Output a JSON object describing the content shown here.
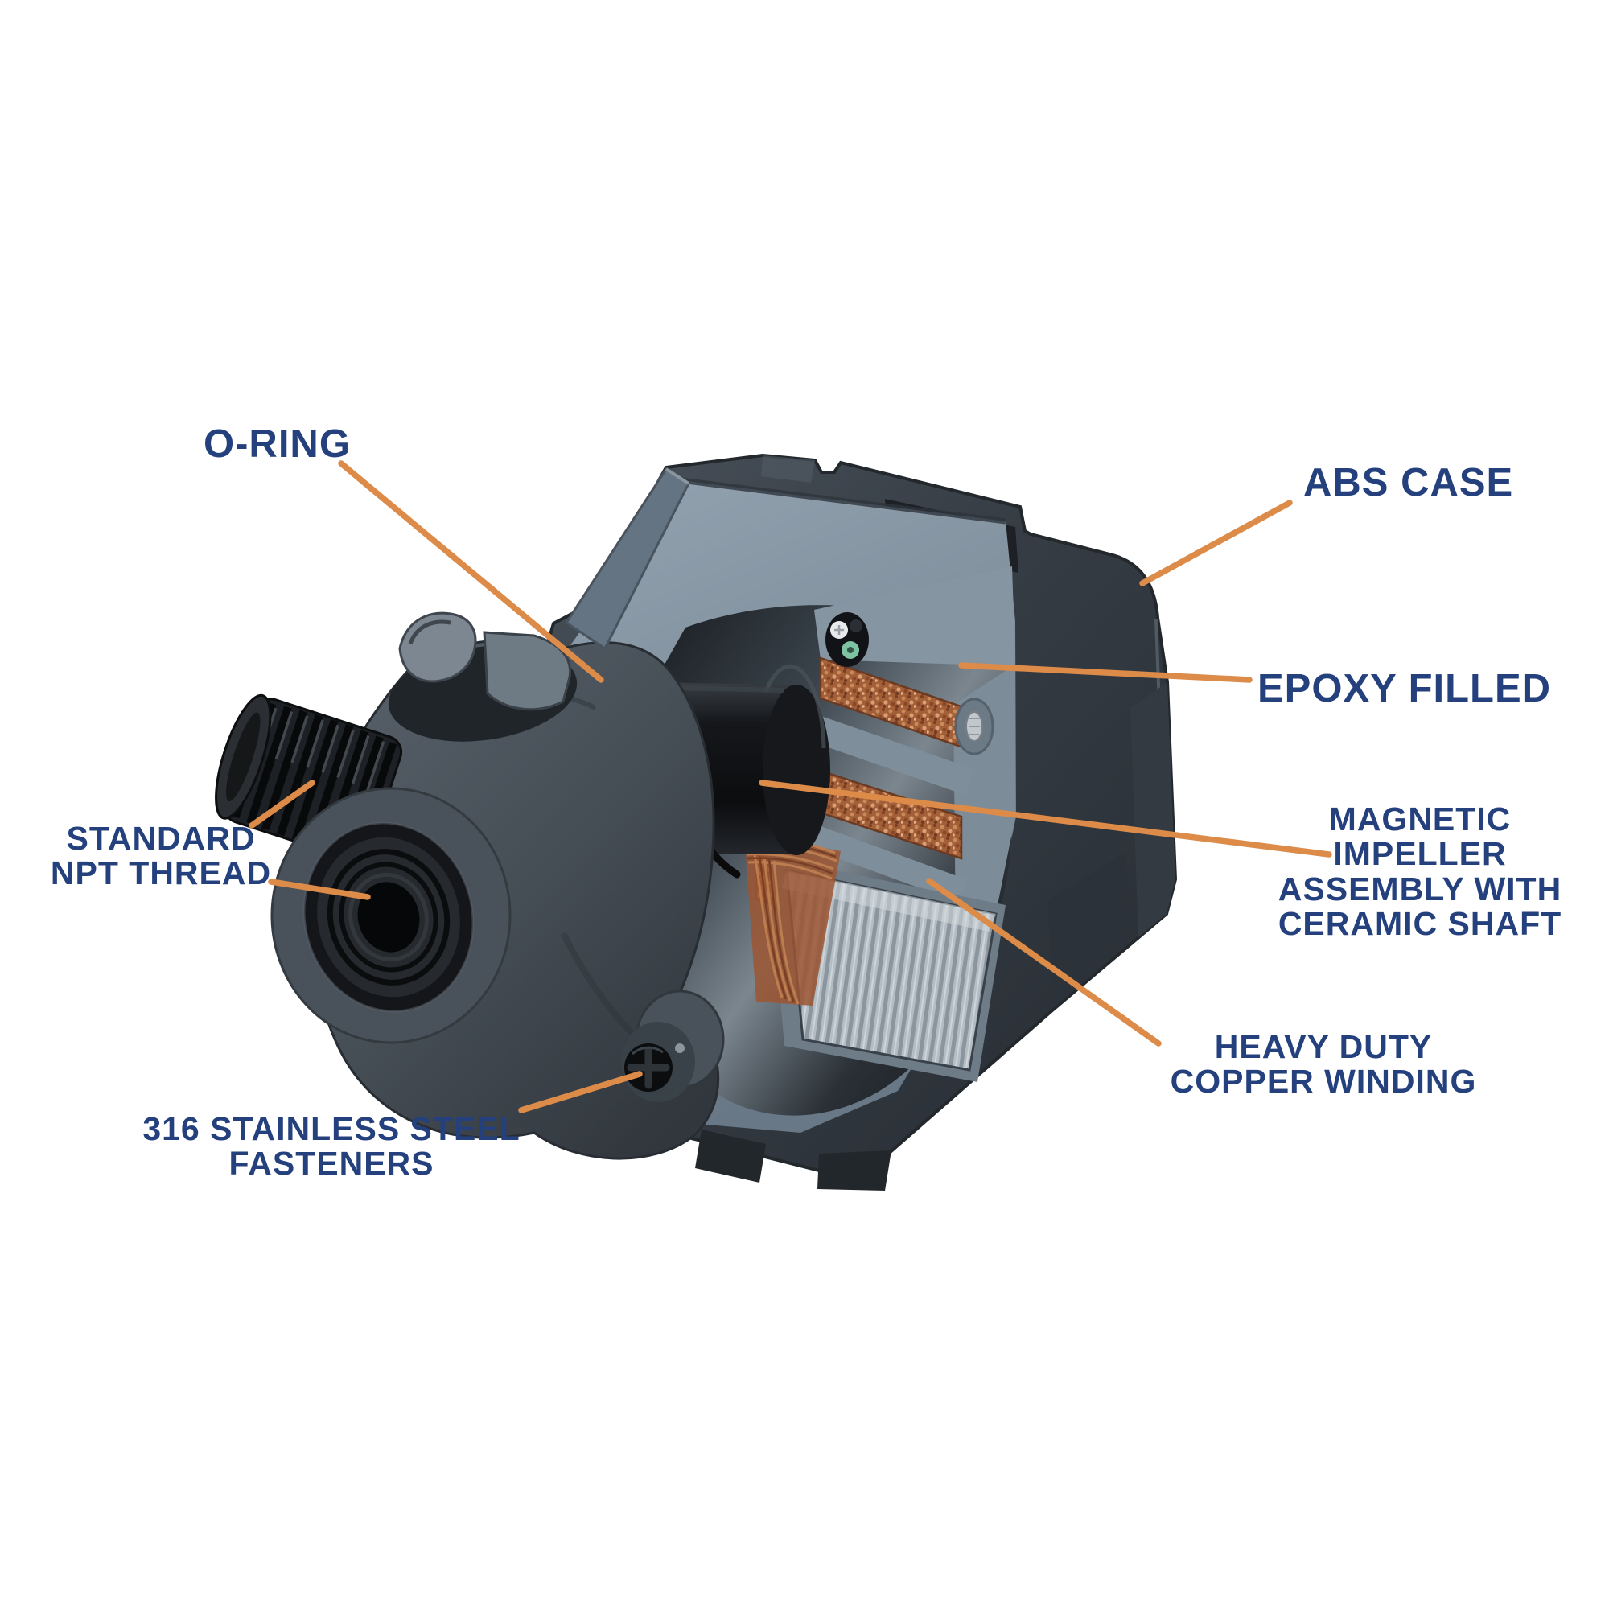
{
  "diagram": {
    "background": "#FFFFFF",
    "labels": {
      "o_ring": "O-RING",
      "abs_case": "ABS CASE",
      "epoxy_filled": "EPOXY FILLED",
      "magnetic_impeller": {
        "lines": [
          "MAGNETIC",
          "IMPELLER",
          "ASSEMBLY WITH",
          "CERAMIC SHAFT"
        ]
      },
      "standard_npt": {
        "lines": [
          "STANDARD",
          "NPT THREAD"
        ]
      },
      "heavy_duty_copper": {
        "lines": [
          "HEAVY DUTY",
          "COPPER WINDING"
        ]
      },
      "stainless_fasteners": {
        "lines": [
          "316 STAINLESS STEEL",
          "FASTENERS"
        ]
      }
    },
    "colors": {
      "label_text": "#24417E",
      "leader_line": "#DC8B49",
      "abs_case_body": "#3B424A",
      "epoxy_cut_face": "#7F8F9C",
      "copper_winding": "#A9633C",
      "impeller_black": "#121417",
      "lamination_silver": "#B4BDC4"
    }
  }
}
